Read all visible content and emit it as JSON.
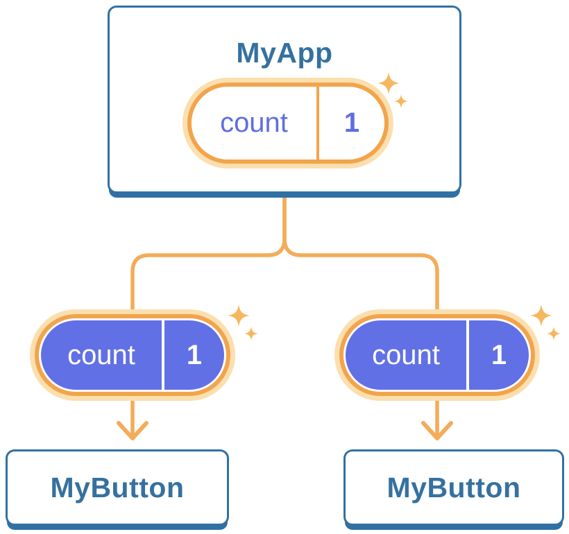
{
  "diagram": {
    "root": {
      "title": "MyApp",
      "state_pill": {
        "label": "count",
        "value": "1"
      }
    },
    "children": [
      {
        "title": "MyButton",
        "prop_pill": {
          "label": "count",
          "value": "1"
        }
      },
      {
        "title": "MyButton",
        "prop_pill": {
          "label": "count",
          "value": "1"
        }
      }
    ]
  },
  "icons": {
    "sparkle": "sparkle-icon",
    "arrow_down": "arrow-down-icon"
  },
  "colors": {
    "blue_border": "#3170A3",
    "blue_text": "#35719F",
    "orange_ring": "#F2A44C",
    "orange_halo": "#FBDFAE",
    "orange_line": "#F3AC59",
    "orange_sparkle": "#F6B75F",
    "purple_fill": "#6270E5",
    "purple_text": "#5F6DE3",
    "card_bg": "#FFFFFF"
  }
}
